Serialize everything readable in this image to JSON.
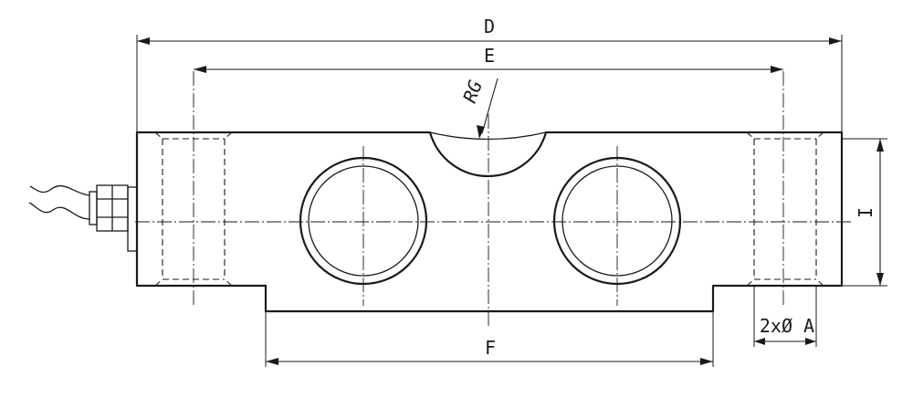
{
  "labels": {
    "overall_length": "D",
    "hole_spacing": "E",
    "radius_groove": "RG",
    "height": "I",
    "hole_spec": "2xØ A",
    "bottom_length": "F"
  },
  "line_color": "#1a1a1a",
  "background": "#ffffff"
}
